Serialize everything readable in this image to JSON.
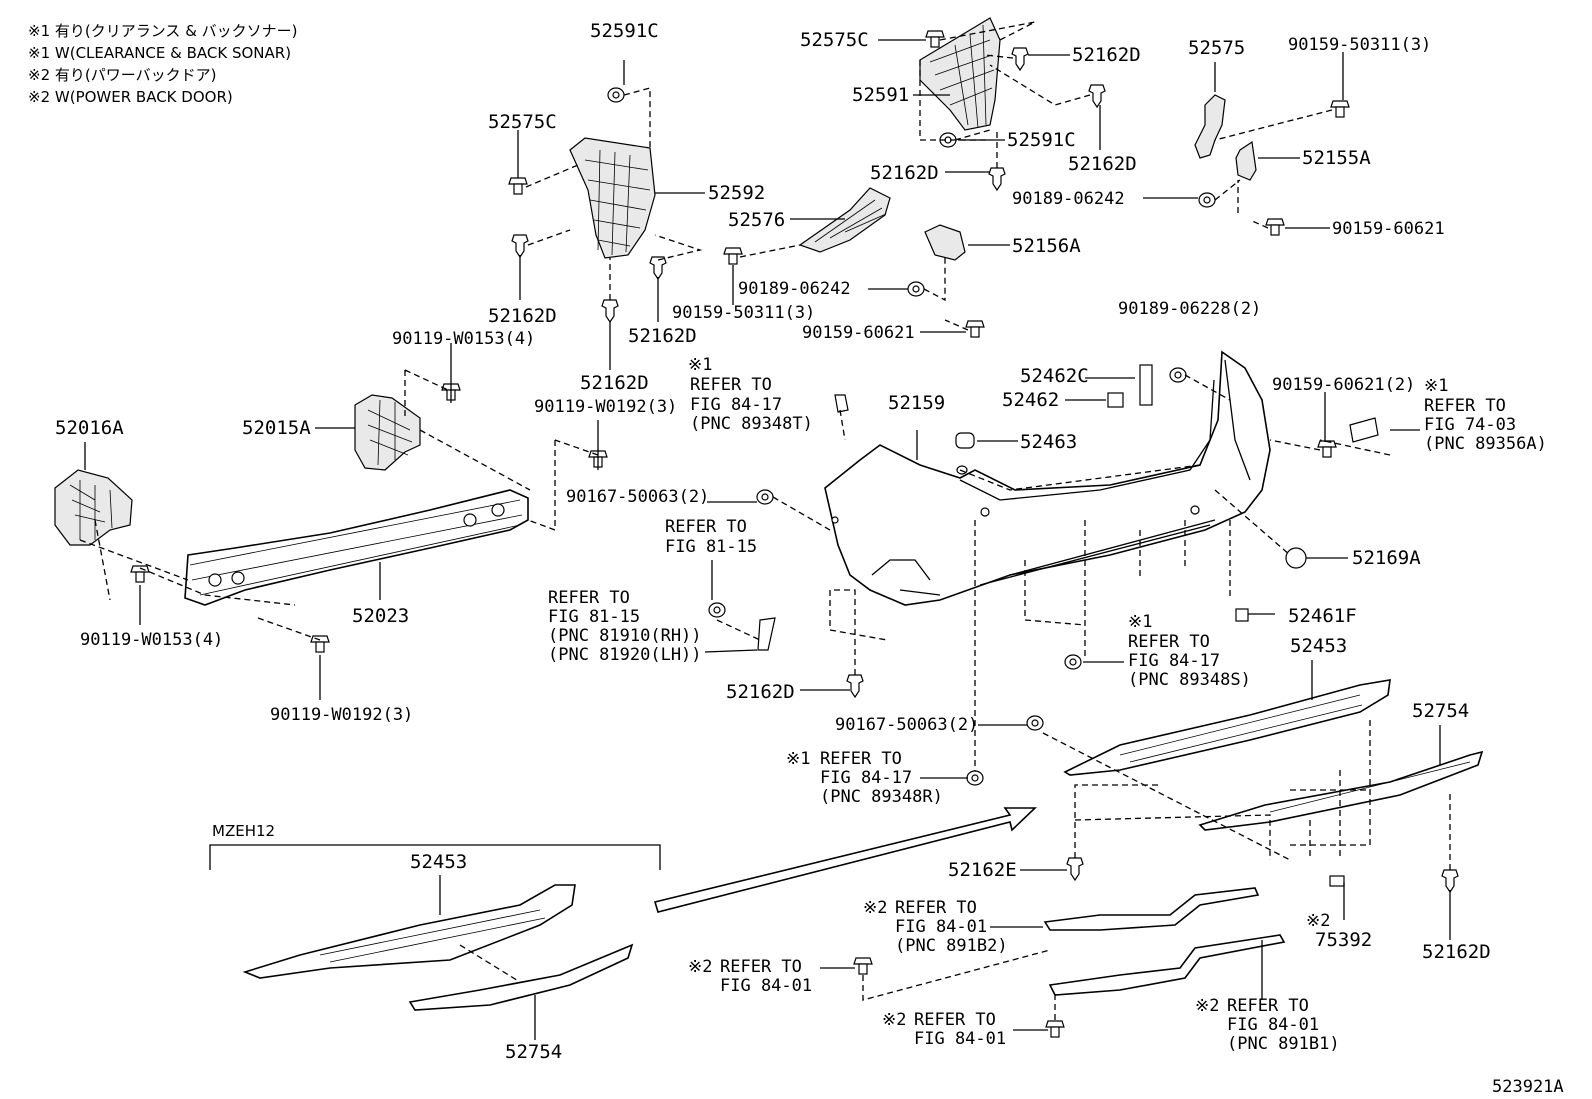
{
  "legend": [
    "※1 有り(クリアランス & バックソナー)",
    "※1 W(CLEARANCE & BACK SONAR)",
    "※2 有り(パワーバックドア)",
    "※2 W(POWER BACK DOOR)"
  ],
  "diagram_id": "523921A",
  "variant_label": "MZEH12",
  "labels": {
    "p52591C_a": "52591C",
    "p52575C_a": "52575C",
    "p52592": "52592",
    "p52162D_a": "52162D",
    "p52162D_b": "52162D",
    "p52162D_c": "52162D",
    "p52575C_b": "52575C",
    "p52591": "52591",
    "p52162D_d": "52162D",
    "p52591C_b": "52591C",
    "p52162D_e": "52162D",
    "p52162D_f": "52162D",
    "p52576": "52576",
    "p52575": "52575",
    "p90159_50311_a": "90159-50311(3)",
    "p52155A": "52155A",
    "p90189_06242_a": "90189-06242",
    "p90159_60621_a": "90159-60621",
    "p52156A": "52156A",
    "p90189_06242_b": "90189-06242",
    "p90159_50311_b": "90159-50311(3)",
    "p90159_60621_b": "90159-60621",
    "p90119_W0153_a": "90119-W0153(4)",
    "p52015A": "52015A",
    "p52016A": "52016A",
    "p90119_W0192_a": "90119-W0192(3)",
    "p90167_50063_a": "90167-50063(2)",
    "p52023": "52023",
    "p90119_W0153_b": "90119-W0153(4)",
    "p90119_W0192_b": "90119-W0192(3)",
    "p90189_06228": "90189-06228(2)",
    "p52462C": "52462C",
    "p52462": "52462",
    "p52159": "52159",
    "p52463": "52463",
    "p90159_60621_c": "90159-60621(2)",
    "p52169A": "52169A",
    "p52461F": "52461F",
    "p52453_a": "52453",
    "p52162D_g": "52162D",
    "p90167_50063_b": "90167-50063(2)",
    "p52754_a": "52754",
    "p52162E": "52162E",
    "p52453_b": "52453",
    "p52754_b": "52754",
    "p75392": "75392",
    "p52162D_h": "52162D"
  },
  "refs": {
    "r1": {
      "mark": "※1",
      "lines": [
        "REFER TO",
        "FIG 84-17",
        "(PNC 89348T)"
      ]
    },
    "r2": {
      "mark": "",
      "lines": [
        "REFER TO",
        "FIG 81-15"
      ]
    },
    "r3": {
      "mark": "",
      "lines": [
        "REFER TO",
        "FIG 81-15",
        "(PNC 81910(RH))",
        "(PNC 81920(LH))"
      ]
    },
    "r4": {
      "mark": "※1",
      "lines": [
        "REFER TO",
        "FIG 74-03",
        "(PNC 89356A)"
      ]
    },
    "r5": {
      "mark": "※1",
      "lines": [
        "REFER TO",
        "FIG 84-17",
        "(PNC 89348S)"
      ]
    },
    "r6": {
      "mark": "※1",
      "lines": [
        "REFER TO",
        "FIG 84-17",
        "(PNC 89348R)"
      ]
    },
    "r7": {
      "mark": "※2",
      "lines": [
        "REFER TO",
        "FIG 84-01",
        "(PNC 891B2)"
      ]
    },
    "r8": {
      "mark": "※2",
      "lines": [
        "REFER TO",
        "FIG 84-01"
      ]
    },
    "r9": {
      "mark": "※2",
      "lines": [
        "REFER TO",
        "FIG 84-01"
      ]
    },
    "r10": {
      "mark": "※2",
      "lines": [
        "REFER TO",
        "FIG 84-01",
        "(PNC 891B1)"
      ]
    },
    "r11": {
      "mark": "※2",
      "lines": []
    }
  }
}
